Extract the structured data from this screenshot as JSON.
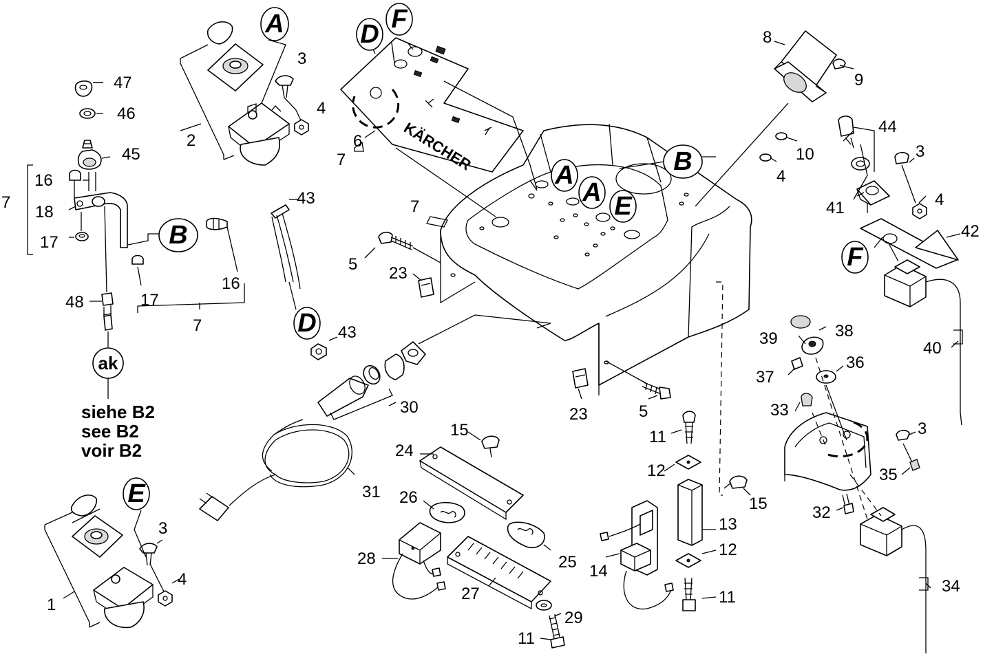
{
  "part_numbers": [
    "1",
    "2",
    "3",
    "4",
    "5",
    "6",
    "7",
    "8",
    "9",
    "10",
    "11",
    "12",
    "13",
    "14",
    "15",
    "16",
    "17",
    "18",
    "23",
    "24",
    "25",
    "26",
    "27",
    "28",
    "29",
    "30",
    "31",
    "32",
    "33",
    "34",
    "35",
    "36",
    "37",
    "38",
    "39",
    "40",
    "41",
    "42",
    "43",
    "44",
    "45",
    "46",
    "47",
    "48"
  ],
  "view_markers": [
    "A",
    "B",
    "D",
    "E",
    "F",
    "ak"
  ],
  "reference_note": [
    "siehe B2",
    "see B2",
    "voir B2"
  ],
  "brand_label": "KÄRCHER"
}
